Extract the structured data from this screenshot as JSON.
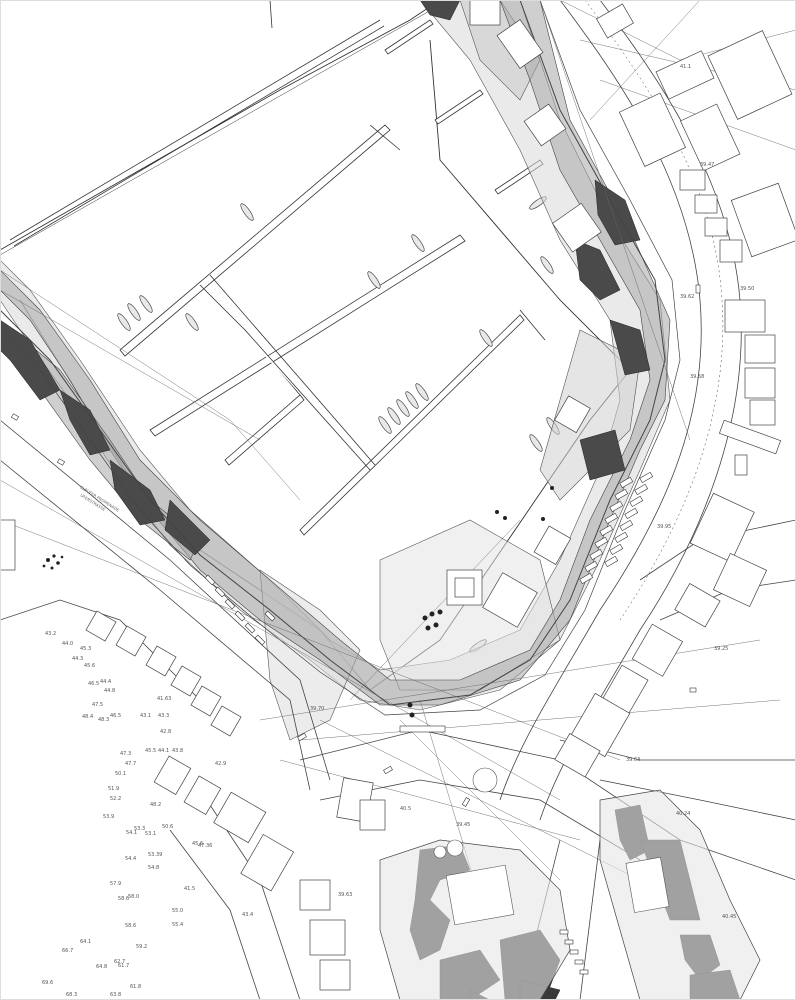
{
  "map": {
    "type": "architectural-site-plan",
    "colors": {
      "paper": "#ffffff",
      "linework": "#333333",
      "thin_line": "#777777",
      "promenade_light": "#d8d8d8",
      "promenade_mid": "#a9a9a9",
      "promenade_dark": "#4a4a4a",
      "building_dark": "#3a3a3a",
      "boat": "#555555"
    },
    "elevation_labels": [
      "43.2",
      "44.0",
      "45.3",
      "45.6",
      "44.3",
      "46.5",
      "44.4",
      "44.8",
      "47.5",
      "46.5",
      "48.4",
      "48.3",
      "43.1",
      "43.3",
      "42.8",
      "45.5",
      "44.1",
      "43.8",
      "47.3",
      "47.7",
      "50.1",
      "51.9",
      "48.2",
      "50.6",
      "52.2",
      "53.9",
      "54.1",
      "53.3",
      "53.1",
      "54.4",
      "53.39",
      "54.8",
      "57.9",
      "58.6",
      "58.0",
      "55.0",
      "55.4",
      "58.6",
      "59.2",
      "64.1",
      "66.7",
      "62.7",
      "61.7",
      "64.8",
      "69.6",
      "68.3",
      "63.8",
      "61.8",
      "41.63",
      "41.5",
      "43.4",
      "45.6",
      "47.36",
      "42.9",
      "39.63",
      "39.70",
      "39.63",
      "40.24",
      "40.45",
      "39.95",
      "39.25",
      "39.58",
      "39.62",
      "39.47",
      "41.1",
      "39.50",
      "39.45",
      "40.5"
    ],
    "street_labels": [
      "ELBUFER PROMENADE",
      "UFERSTRASSE"
    ]
  }
}
